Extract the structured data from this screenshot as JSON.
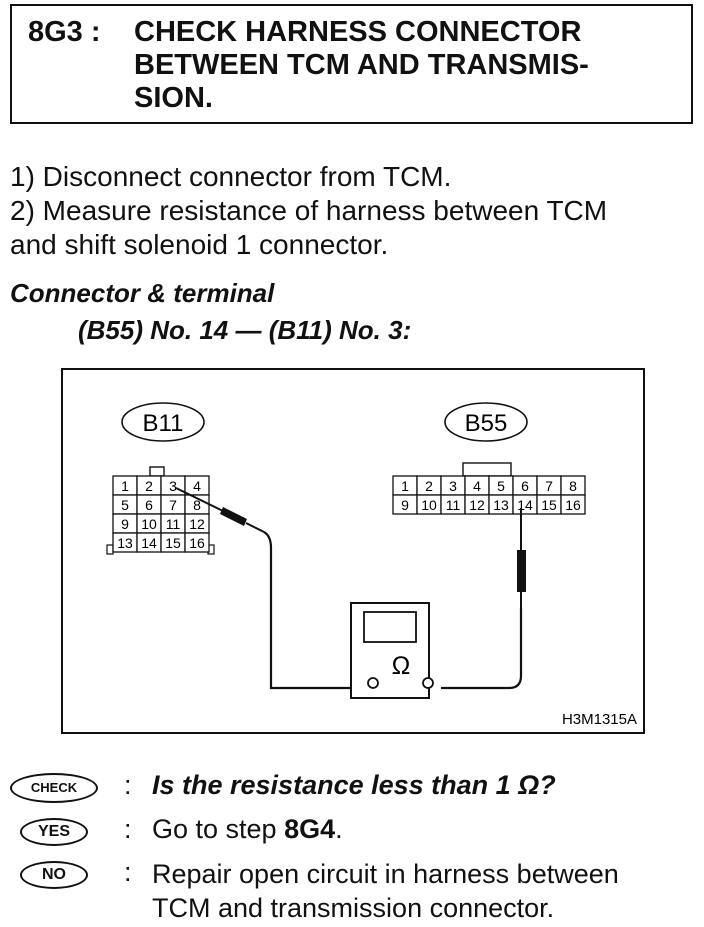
{
  "header": {
    "step": "8G3 :",
    "title_lines": [
      "CHECK HARNESS CONNECTOR",
      "BETWEEN TCM AND TRANSMIS-",
      "SION."
    ]
  },
  "steps": [
    "1)  Disconnect connector from TCM.",
    "2)  Measure resistance of harness between TCM",
    "and shift solenoid 1 connector."
  ],
  "spec": {
    "label": "Connector & terminal",
    "value": "(B55) No. 14 — (B11) No. 3:"
  },
  "figure": {
    "b11_label": "B11",
    "b55_label": "B55",
    "b11_pins": [
      [
        "1",
        "2",
        "3",
        "4"
      ],
      [
        "5",
        "6",
        "7",
        "8"
      ],
      [
        "9",
        "10",
        "11",
        "12"
      ],
      [
        "13",
        "14",
        "15",
        "16"
      ]
    ],
    "b55_pins": [
      [
        "1",
        "2",
        "3",
        "4",
        "5",
        "6",
        "7",
        "8"
      ],
      [
        "9",
        "10",
        "11",
        "12",
        "13",
        "14",
        "15",
        "16"
      ]
    ],
    "meter_symbol": "Ω",
    "figure_code": "H3M1315A"
  },
  "decision": {
    "check": {
      "badge": "CHECK",
      "colon": ":",
      "text": "Is the resistance less than 1 Ω?"
    },
    "yes": {
      "badge": "YES",
      "colon": ":",
      "text_prefix": "Go to step ",
      "step_ref": "8G4",
      "text_suffix": "."
    },
    "no": {
      "badge": "NO",
      "colon": ":",
      "text_lines": [
        "Repair open circuit in harness between",
        "TCM and transmission connector."
      ]
    }
  }
}
